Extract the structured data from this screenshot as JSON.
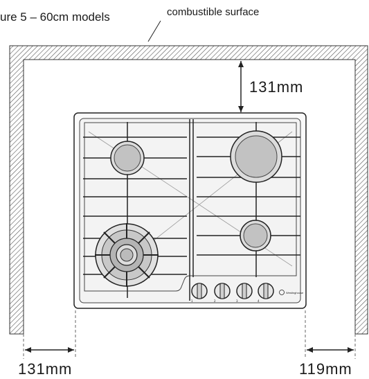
{
  "figure": {
    "title": "ure 5 – 60cm models",
    "surface_label": "combustible surface"
  },
  "dimensions": {
    "top_clearance": "131mm",
    "left_clearance": "131mm",
    "right_clearance": "119mm"
  },
  "cooktop": {
    "brand": "Westinghouse",
    "knobs": [
      "1",
      "2",
      "3",
      "4"
    ]
  },
  "colors": {
    "hatch": "#555555",
    "line": "#222222",
    "burner": "#c2c2c2",
    "steel": "#f3f3f3"
  }
}
